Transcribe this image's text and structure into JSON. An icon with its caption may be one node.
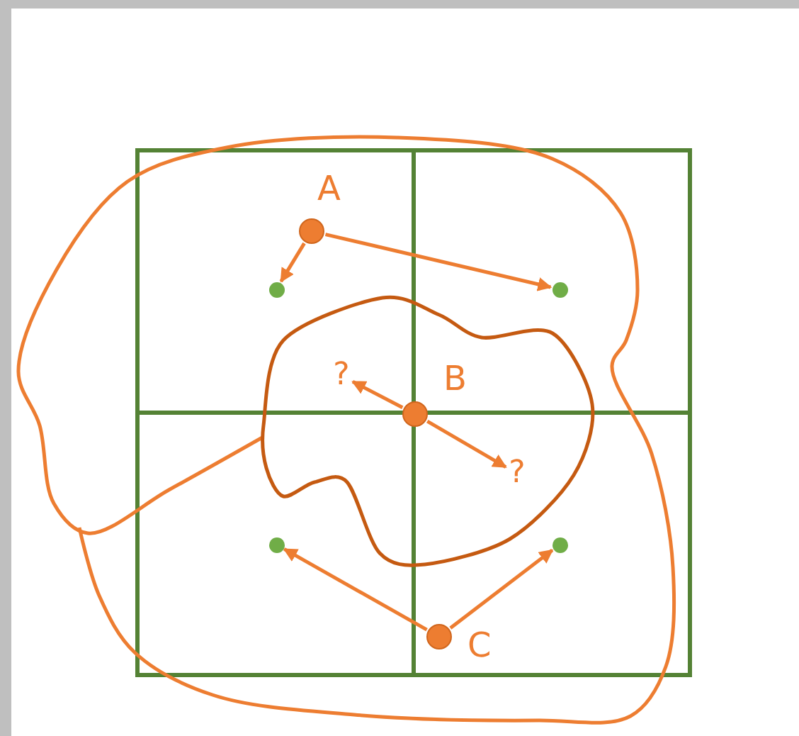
{
  "diagram": {
    "nodes": [
      {
        "text": [],
        "shape": "circle",
        "beside": [
          "A"
        ]
      },
      {
        "text": [],
        "shape": "circle"
      },
      {
        "text": [],
        "shape": "circle"
      },
      {
        "text": [],
        "shape": "circle",
        "beside": [
          "B"
        ]
      },
      {
        "text": [
          "?"
        ]
      },
      {
        "text": [
          "?"
        ]
      },
      {
        "text": [],
        "shape": "circle"
      },
      {
        "text": [],
        "shape": "circle"
      },
      {
        "text": [],
        "shape": "circle",
        "beside": [
          "C"
        ]
      }
    ],
    "edges": [
      {
        "from": 0,
        "to": 1,
        "arrow": "to"
      },
      {
        "from": 0,
        "to": 2,
        "arrow": "to"
      },
      {
        "from": 3,
        "to": 4,
        "arrow": "to"
      },
      {
        "from": 3,
        "to": 5,
        "arrow": "to"
      },
      {
        "from": 8,
        "to": 6,
        "arrow": "to"
      },
      {
        "from": 8,
        "to": 7,
        "arrow": "to"
      }
    ]
  }
}
